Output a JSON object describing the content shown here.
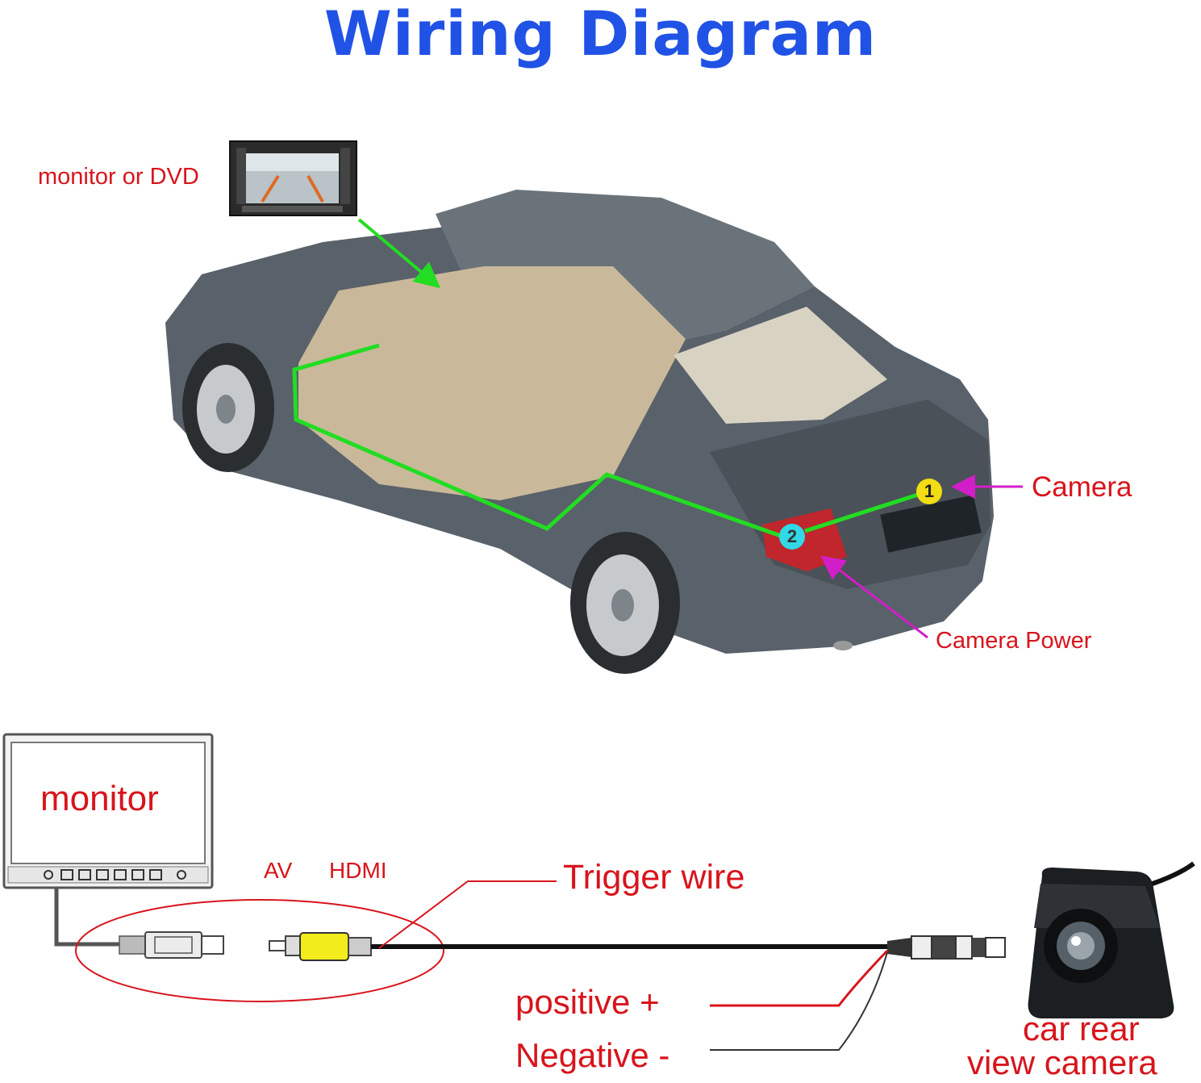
{
  "title": "Wiring Diagram",
  "labels": {
    "monitor_or_dvd": "monitor or DVD",
    "camera": "Camera",
    "camera_power": "Camera Power",
    "monitor": "monitor",
    "av": "AV",
    "hdmi": "HDMI",
    "trigger_wire": "Trigger wire",
    "positive": "positive +",
    "negative": "Negative -",
    "car_rear": "car rear",
    "view_camera": "view camera"
  },
  "markers": {
    "one": "1",
    "two": "2"
  },
  "colors": {
    "title": "#2152e6",
    "label_red": "#d8141c",
    "route_green": "#22dd22",
    "pointer_magenta": "#d21ec8",
    "marker_yellow": "#f1dd12",
    "marker_cyan": "#30d8e8",
    "rca_yellow": "#f3ec1c",
    "car_body": "#5a6268"
  }
}
